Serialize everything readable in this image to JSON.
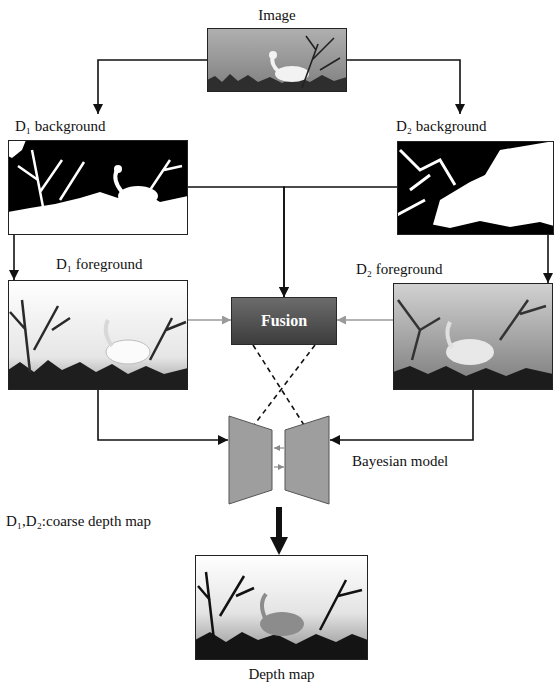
{
  "diagram": {
    "nodes": [
      {
        "text": [
          "Image"
        ]
      },
      {
        "text": [
          "D₁ background"
        ]
      },
      {
        "text": [
          "D₂ background"
        ]
      },
      {
        "text": [
          "D₁ foreground"
        ]
      },
      {
        "text": [
          "D₂ foreground"
        ]
      },
      {
        "text": [
          "Fusion"
        ]
      },
      {
        "text": [
          "Bayesian model"
        ]
      },
      {
        "text": [
          "Depth map"
        ]
      }
    ],
    "edges": [
      {
        "from": 0,
        "to": 1,
        "arrow": "to"
      },
      {
        "from": 0,
        "to": 2,
        "arrow": "to"
      },
      {
        "from": 1,
        "to": 3,
        "arrow": "to"
      },
      {
        "from": 2,
        "to": 4,
        "arrow": "to"
      },
      {
        "from": 1,
        "to": 5,
        "arrow": "to"
      },
      {
        "from": 2,
        "to": 5,
        "arrow": "to"
      },
      {
        "from": 3,
        "to": 5,
        "arrow": "to"
      },
      {
        "from": 4,
        "to": 5,
        "arrow": "to"
      },
      {
        "from": 5,
        "to": 6,
        "arrow": "none"
      },
      {
        "from": 3,
        "to": 6,
        "arrow": "to"
      },
      {
        "from": 4,
        "to": 6,
        "arrow": "to"
      },
      {
        "from": 6,
        "to": 7,
        "arrow": "to"
      }
    ],
    "labels": [
      "D₁,D₂:coarse depth map"
    ]
  }
}
